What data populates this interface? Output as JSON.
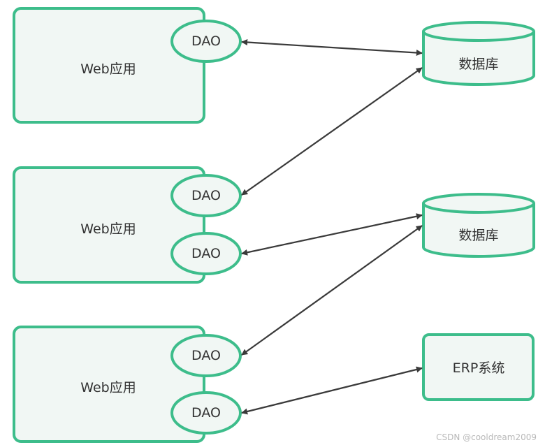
{
  "colors": {
    "stroke": "#3dbd8b",
    "fill": "#f1f7f4",
    "arrow": "#3a3a3a",
    "text": "#333333",
    "watermark": "#b8b8b8"
  },
  "web_apps": [
    {
      "label": "Web应用",
      "daos": [
        "DAO"
      ]
    },
    {
      "label": "Web应用",
      "daos": [
        "DAO",
        "DAO"
      ]
    },
    {
      "label": "Web应用",
      "daos": [
        "DAO",
        "DAO"
      ]
    }
  ],
  "databases": [
    {
      "label": "数据库"
    },
    {
      "label": "数据库"
    }
  ],
  "erp": {
    "label": "ERP系统"
  },
  "watermark": "CSDN @cooldream2009"
}
